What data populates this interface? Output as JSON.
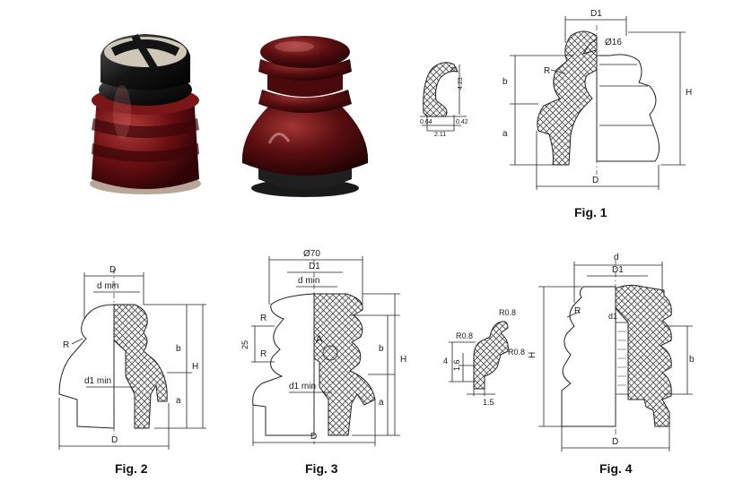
{
  "figures": [
    {
      "caption": "Fig. 1",
      "labels": {
        "D1": "D1",
        "bore": "Ø16",
        "R": "R",
        "b": "b",
        "a": "a",
        "H": "H",
        "D": "D"
      }
    },
    {
      "caption": "Fig. 2",
      "labels": {
        "D": "D",
        "dmin": "d min",
        "R": "R",
        "b": "b",
        "H": "H",
        "d1min": "d1 min",
        "a": "a",
        "Dbot": "D"
      }
    },
    {
      "caption": "Fig. 3",
      "labels": {
        "dia": "Ø70",
        "D1": "D1",
        "dmin": "d min",
        "R1": "R",
        "R2": "R",
        "h25": "25",
        "A": "A",
        "b": "b",
        "H": "H",
        "d1min": "d1 min",
        "a": "a",
        "D": "D"
      }
    },
    {
      "caption": "Fig. 4",
      "labels": {
        "d": "d",
        "D1": "D1",
        "R": "R",
        "d1": "d1",
        "H": "H",
        "b": "b",
        "D": "D"
      }
    }
  ],
  "detail_a": {
    "labels": [
      "25",
      "4.23",
      "0.64",
      "0.42",
      "2.11"
    ]
  },
  "detail_b": {
    "labels": [
      "R0.8",
      "R0.8",
      "R0.8",
      "4",
      "1.6",
      "1.5"
    ]
  },
  "photos": [
    {
      "name": "brown insulator with black cap",
      "body_color": "#6b0f12",
      "cap_color": "#141414"
    },
    {
      "name": "brown glossy insulator",
      "body_color": "#5a0e10"
    }
  ]
}
